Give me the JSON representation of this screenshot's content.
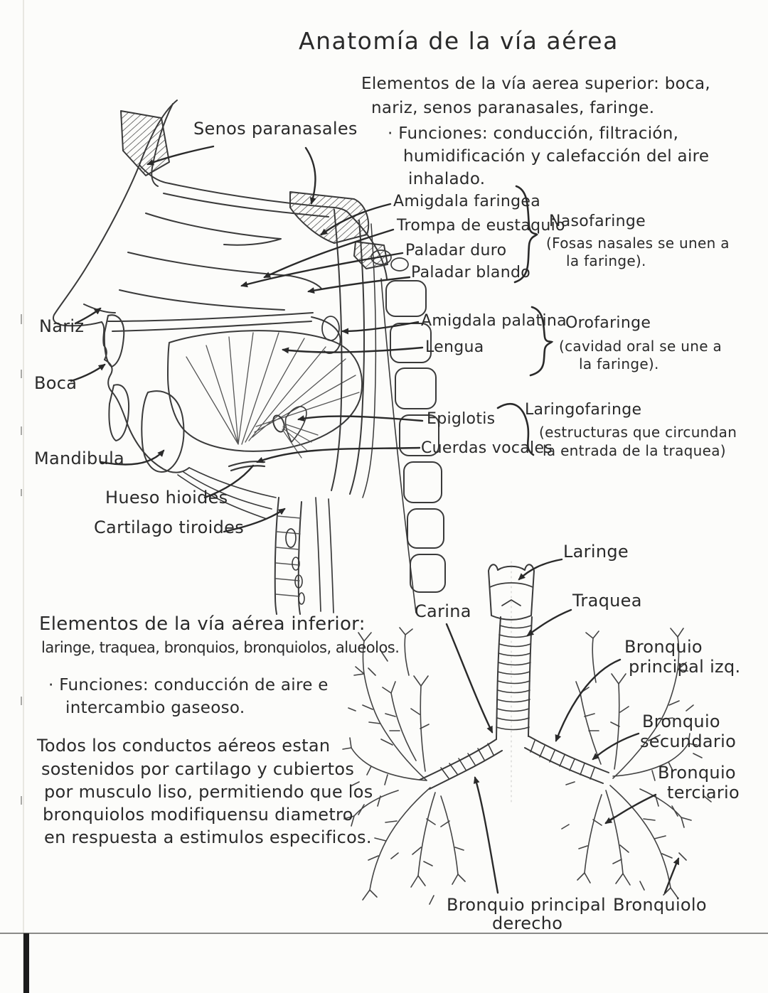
{
  "page": {
    "title": "Anatomía de la vía aérea",
    "ink_color": "#2a2a2a",
    "paper_color": "#fcfcfa"
  },
  "superior_section": {
    "heading_lines": [
      "Elementos de la vía aerea superior: boca,",
      "nariz, senos paranasales, faringe."
    ],
    "funciones_lines": [
      "· Funciones: conducción, filtración,",
      "humidificación y calefacción del aire",
      "inhalado."
    ]
  },
  "head_labels": {
    "senos_paranasales": "Senos paranasales",
    "amigdala_faringea": "Amigdala faringea",
    "trompa_eustaquio": "Trompa de eustaquio",
    "paladar_duro": "Paladar duro",
    "paladar_blando": "Paladar blando",
    "amigdala_palatina": "Amigdala palatina",
    "lengua": "Lengua",
    "epiglotis": "Epiglotis",
    "cuerdas_vocales": "Cuerdas vocales",
    "nariz": "Nariz",
    "boca": "Boca",
    "mandibula": "Mandibula",
    "hueso_hioides": "Hueso hioides",
    "cartilago_tiroides": "Cartilago tiroides"
  },
  "pharynx_groups": {
    "nasofaringe": {
      "name": "Nasofaringe",
      "note_lines": [
        "(Fosas nasales se unen a",
        "la faringe)."
      ]
    },
    "orofaringe": {
      "name": "Orofaringe",
      "note_lines": [
        "(cavidad oral se une a",
        "la faringe)."
      ]
    },
    "laringofaringe": {
      "name": "Laringofaringe",
      "note_lines": [
        "(estructuras que circundan",
        "la entrada de la traquea)"
      ]
    }
  },
  "inferior_section": {
    "heading_lines": [
      "Elementos de la vía aérea inferior:",
      "laringe, traquea, bronquios, bronquiolos, alueolos."
    ],
    "funciones_lines": [
      "· Funciones: conducción de aire e",
      "intercambio gaseoso."
    ],
    "paragraph_lines": [
      "Todos los conductos aéreos estan",
      "sostenidos por cartilago y cubiertos",
      "por musculo liso, permitiendo que los",
      "bronquiolos modifiquensu diametro",
      "en respuesta a estimulos especificos."
    ]
  },
  "lung_labels": {
    "laringe": "Laringe",
    "traquea": "Traquea",
    "carina": "Carina",
    "bronquio_principal_izq_lines": [
      "Bronquio",
      "principal izq."
    ],
    "bronquio_secundario_lines": [
      "Bronquio",
      "secundario"
    ],
    "bronquio_terciario_lines": [
      "Bronquio",
      "terciario"
    ],
    "bronquio_principal_derecho_lines": [
      "Bronquio principal",
      "derecho"
    ],
    "bronquiolo": "Bronquiolo"
  }
}
